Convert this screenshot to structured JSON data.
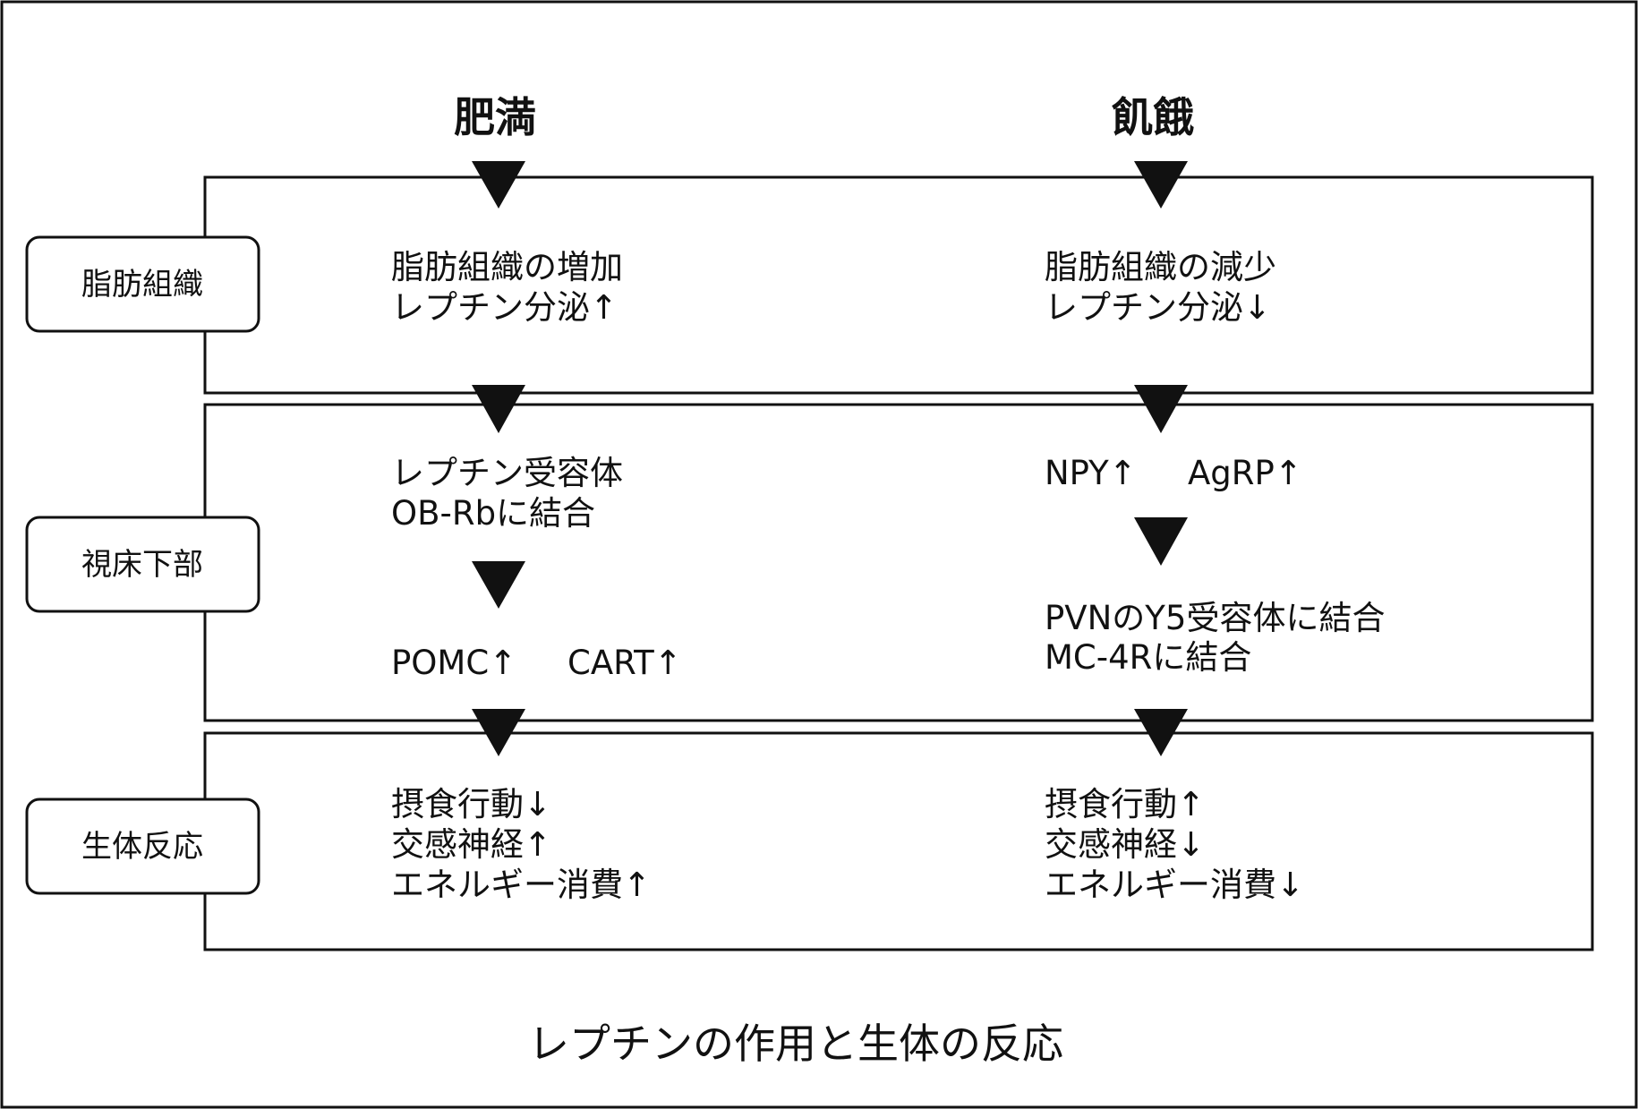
{
  "columns": {
    "left": {
      "title": "肥満"
    },
    "right": {
      "title": "飢餓"
    }
  },
  "rows": [
    {
      "label": "脂肪組織"
    },
    {
      "label": "視床下部"
    },
    {
      "label": "生体反応"
    }
  ],
  "cells": {
    "adipose_left": {
      "line1": "脂肪組織の増加",
      "line2": "レプチン分泌↑"
    },
    "adipose_right": {
      "line1": "脂肪組織の減少",
      "line2": "レプチン分泌↓"
    },
    "hypo_left_top": {
      "line1": "レプチン受容体",
      "line2": "OB-Rbに結合"
    },
    "hypo_left_bottom": {
      "pomc": "POMC↑",
      "cart": "CART↑"
    },
    "hypo_right_top": {
      "npy": "NPY↑",
      "agrp": "AgRP↑"
    },
    "hypo_right_bottom": {
      "line1": "PVNのY5受容体に結合",
      "line2": "MC-4Rに結合"
    },
    "response_left": {
      "line1": "摂食行動↓",
      "line2": "交感神経↑",
      "line3": "エネルギー消費↑"
    },
    "response_right": {
      "line1": "摂食行動↑",
      "line2": "交感神経↓",
      "line3": "エネルギー消費↓"
    }
  },
  "caption": "レプチンの作用と生体の反応",
  "colors": {
    "stroke": "#111111",
    "background": "#ffffff"
  }
}
